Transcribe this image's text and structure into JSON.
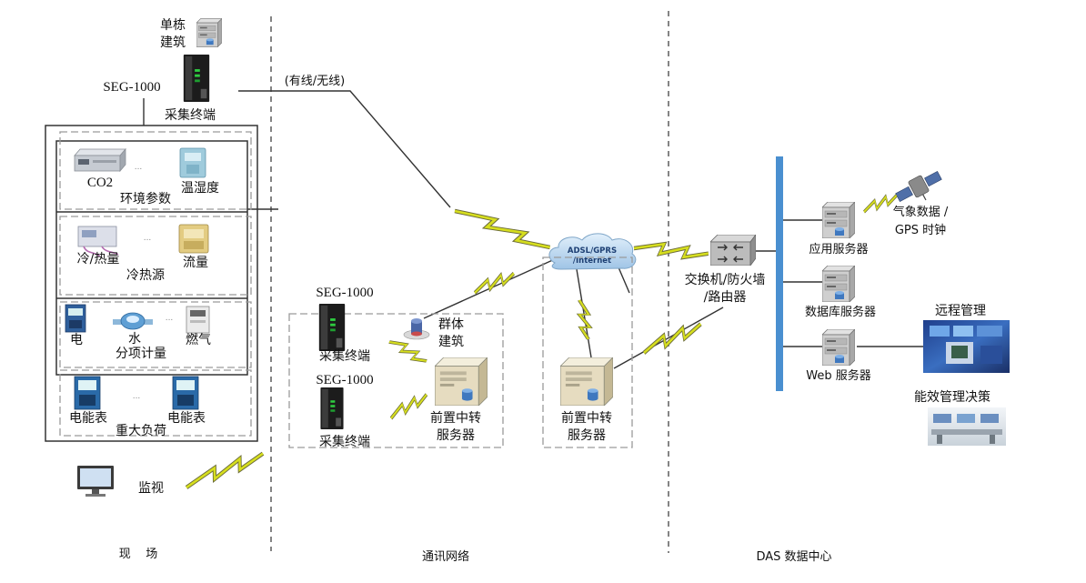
{
  "zones": {
    "site": "现    场",
    "network": "通讯网络",
    "datacenter": "DAS 数据中心"
  },
  "site": {
    "single_building": [
      "单栋",
      "建筑"
    ],
    "device_model": "SEG-1000",
    "terminal_label": "采集终端",
    "link_label": "(有线/无线)",
    "ellipsis": "...",
    "groups": [
      {
        "items": [
          "CO2",
          "温湿度"
        ],
        "title": "环境参数"
      },
      {
        "items": [
          "冷/热量",
          "流量"
        ],
        "title": "冷热源"
      },
      {
        "items": [
          "电",
          "水",
          "燃气"
        ],
        "title": "分项计量"
      },
      {
        "items": [
          "电能表",
          "电能表"
        ],
        "title": "重大负荷"
      }
    ],
    "monitor_label": "监视"
  },
  "network": {
    "cloud_label": [
      "ADSL/GPRS",
      "/Internet"
    ],
    "group_building": [
      "群体",
      "建筑"
    ],
    "terminals": [
      {
        "model": "SEG-1000",
        "label": "采集终端"
      },
      {
        "model": "SEG-1000",
        "label": "采集终端"
      }
    ],
    "relay_servers": [
      [
        "前置中转",
        "服务器"
      ],
      [
        "前置中转",
        "服务器"
      ]
    ]
  },
  "datacenter": {
    "switch_label": [
      "交换机/防火墙",
      "/路由器"
    ],
    "app_server": "应用服务器",
    "weather": [
      "气象数据 /",
      "GPS 时钟"
    ],
    "db_server": "数据库服务器",
    "web_server": "Web 服务器",
    "remote": "远程管理",
    "decision": "能效管理决策"
  },
  "icons": [
    "building-icon",
    "collection-terminal-icon",
    "sensor-icon",
    "meter-icon",
    "monitor-icon",
    "cloud-icon",
    "server-icon",
    "switch-icon",
    "satellite-icon",
    "lightning-icon"
  ],
  "colors": {
    "bus": "#4a8fd0",
    "bolt": "#d6de1e",
    "line": "#333333"
  }
}
